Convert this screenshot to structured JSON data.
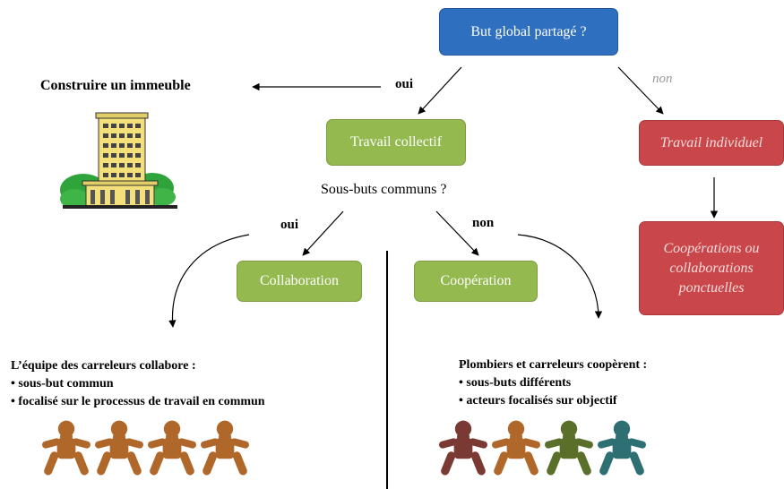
{
  "nodes": {
    "goal": "But global partagé ?",
    "collective": "Travail collectif",
    "individual": "Travail individuel",
    "ponctuelles": [
      "Coopérations ou",
      "collaborations",
      "ponctuelles"
    ],
    "collaboration": "Collaboration",
    "cooperation": "Coopération"
  },
  "labels": {
    "construire": "Construire un immeuble",
    "oui_1": "oui",
    "non_1": "non",
    "sous_buts": "Sous-buts communs ?",
    "oui_2": "oui",
    "non_2": "non"
  },
  "left_block": {
    "title": "L’équipe des carreleurs collabore :",
    "items": [
      "• sous-but commun",
      "• focalisé sur le processus de travail en commun"
    ]
  },
  "right_block": {
    "title": "Plombiers et carreleurs coopèrent :",
    "items": [
      "• sous-buts différents",
      "• acteurs focalisés sur objectif"
    ]
  },
  "colors": {
    "goal": "#2e6fc0",
    "green": "#93b94f",
    "red": "#c9474a",
    "gingerbread": "#b0672a",
    "dark_red": "#7a3a33",
    "olive": "#5a6f2a",
    "teal": "#2d6f73"
  },
  "icons": {
    "building": "building-icon",
    "figure": "gingerbread-figure-icon"
  }
}
